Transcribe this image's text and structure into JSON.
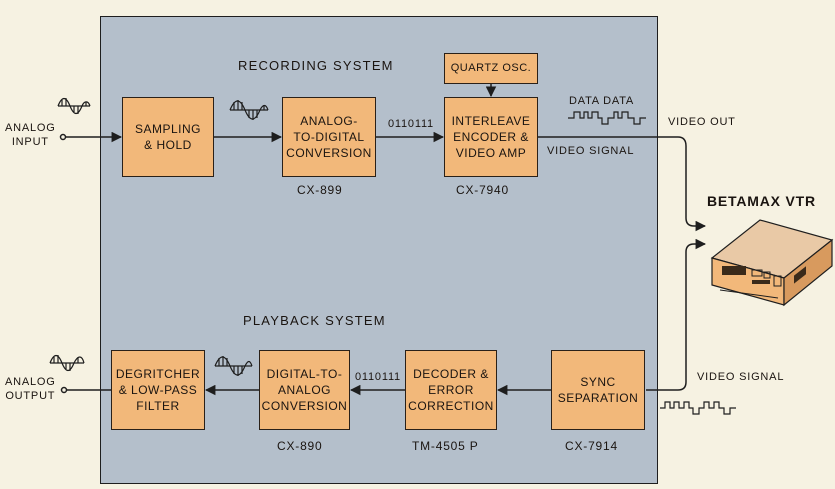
{
  "recording": {
    "title": "RECORDING SYSTEM",
    "blocks": {
      "sampling": "SAMPLING\n& HOLD",
      "adc": "ANALOG-\nTO-DIGITAL\nCONVERSION",
      "encoder": "INTERLEAVE\nENCODER &\nVIDEO AMP",
      "osc": "QUARTZ OSC."
    },
    "parts": {
      "adc": "CX-899",
      "encoder": "CX-7940"
    },
    "bits": "0110111",
    "input_label": "ANALOG\nINPUT",
    "data_label": "DATA DATA",
    "video_signal": "VIDEO SIGNAL",
    "video_out": "VIDEO OUT"
  },
  "playback": {
    "title": "PLAYBACK SYSTEM",
    "blocks": {
      "degritcher": "DEGRITCHER\n& LOW-PASS\nFILTER",
      "dac": "DIGITAL-TO-\nANALOG\nCONVERSION",
      "decoder": "DECODER &\nERROR\nCORRECTION",
      "sync": "SYNC\nSEPARATION"
    },
    "parts": {
      "dac": "CX-890",
      "decoder": "TM-4505 P",
      "sync": "CX-7914"
    },
    "bits": "0110111",
    "output_label": "ANALOG\nOUTPUT",
    "video_signal": "VIDEO SIGNAL"
  },
  "vtr": {
    "title": "BETAMAX VTR"
  },
  "colors": {
    "panel": "#b4bfcb",
    "block": "#f2b87a",
    "background": "#f6f2e2",
    "line": "#1e1e1e"
  },
  "icons": [
    "sine-wave-icon",
    "sampled-wave-icon",
    "digital-pulse-icon",
    "vtr-device-icon",
    "arrow-icon"
  ]
}
